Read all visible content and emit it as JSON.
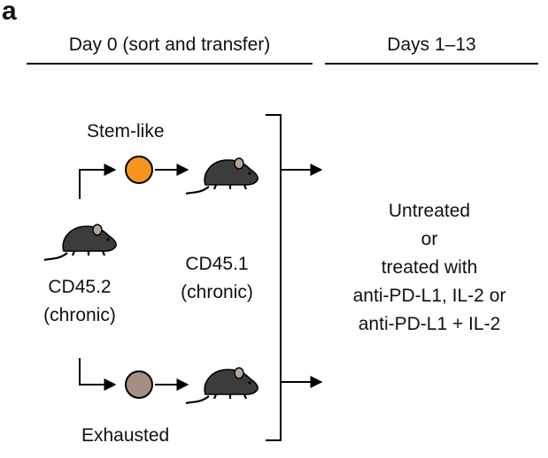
{
  "panel_letter": "a",
  "headers": {
    "day0": "Day 0 (sort and transfer)",
    "days": "Days 1–13"
  },
  "donor": {
    "line1": "CD45.2",
    "line2": "(chronic)"
  },
  "recipient": {
    "line1": "CD45.1",
    "line2": "(chronic)"
  },
  "populations": {
    "top": "Stem-like",
    "bottom": "Exhausted"
  },
  "treatment": {
    "line1": "Untreated",
    "line2": "or",
    "line3": "treated with",
    "line4": "anti-PD-L1, IL-2 or",
    "line5": "anti-PD-L1 + IL-2"
  },
  "colors": {
    "stem_like_cell": "#f7941d",
    "exhausted_cell": "#a58f82",
    "mouse_fur": "#3c3c3c",
    "mouse_ear": "#b3a392"
  },
  "icons": [
    "mouse-icon",
    "cell-icon",
    "arrow-icon",
    "bracket-icon"
  ]
}
